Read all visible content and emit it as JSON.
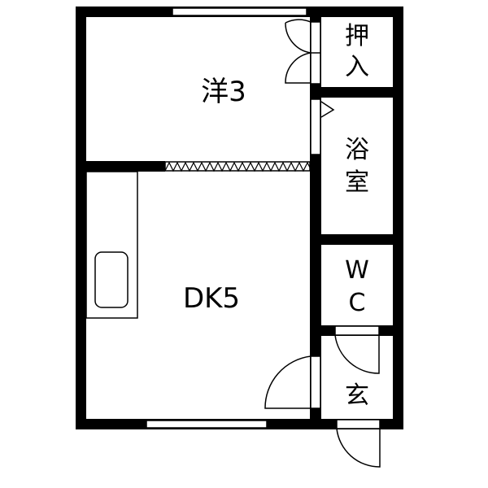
{
  "plan": {
    "rooms": {
      "western_room": "洋3",
      "dining_kitchen": "DK5",
      "closet_line1": "押",
      "closet_line2": "入",
      "bath_line1": "浴",
      "bath_line2": "室",
      "toilet_line1": "W",
      "toilet_line2": "C",
      "entrance": "玄"
    },
    "colors": {
      "wall": "#000000",
      "background": "#ffffff"
    }
  }
}
